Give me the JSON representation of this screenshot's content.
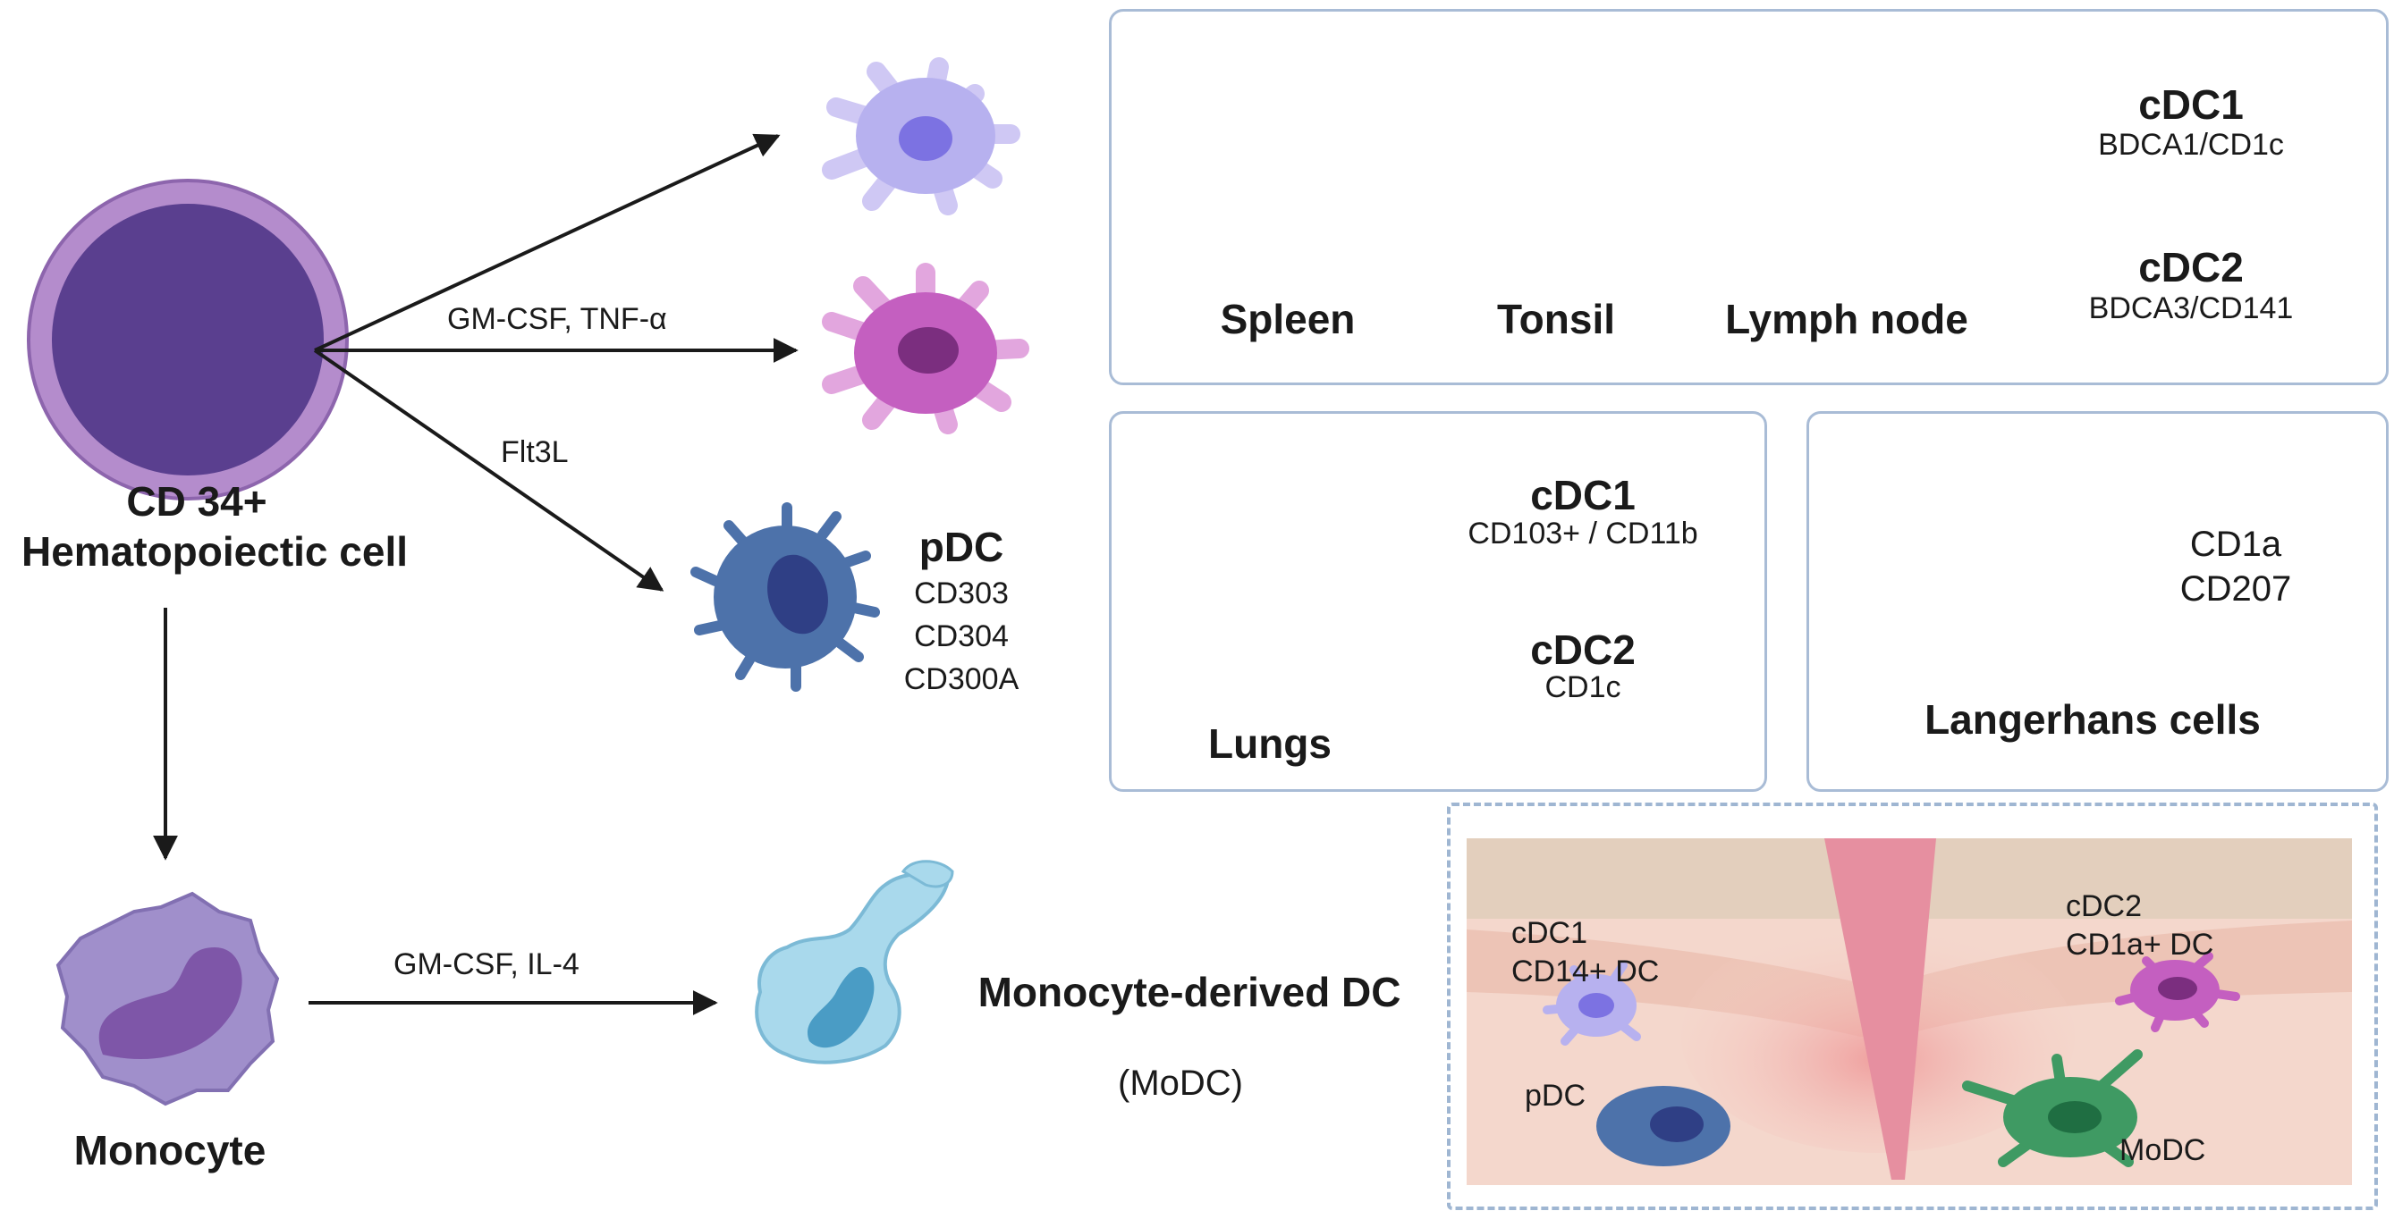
{
  "left": {
    "stem_cell_line1": "CD 34+",
    "stem_cell_line2": "Hematopoiectic cell",
    "monocyte": "Monocyte",
    "arrow_gm_tnf": "GM-CSF,  TNF-α",
    "arrow_flt3l": "Flt3L",
    "arrow_gm_il4": "GM-CSF,  IL-4"
  },
  "pdc": {
    "title": "pDC",
    "markers": [
      "CD303",
      "CD304",
      "CD300A"
    ]
  },
  "modc": {
    "title": "Monocyte-derived DC",
    "abbrev": "(MoDC)"
  },
  "panel_lymphoid": {
    "organs": [
      "Spleen",
      "Tonsil",
      "Lymph node"
    ],
    "cdc1_title": "cDC1",
    "cdc1_marker": "BDCA1/CD1c",
    "cdc2_title": "cDC2",
    "cdc2_marker": "BDCA3/CD141"
  },
  "panel_lungs": {
    "organ": "Lungs",
    "cdc1_title": "cDC1",
    "cdc1_marker": "CD103+ / CD11b",
    "cdc2_title": "cDC2",
    "cdc2_marker": "CD1c"
  },
  "panel_langerhans": {
    "markers": [
      "CD1a",
      "CD207"
    ],
    "title": "Langerhans cells"
  },
  "panel_skin": {
    "cdc1_line1": "cDC1",
    "cdc1_line2": "CD14+ DC",
    "cdc2_line1": "cDC2",
    "cdc2_line2": "CD1a+ DC",
    "pdc": "pDC",
    "modc": "MoDC"
  },
  "colors": {
    "panel_border": "#a9bcd6",
    "stem_outer": "#b48ccc",
    "stem_inner": "#5a3f8f",
    "monocyte": "#8f7bb8",
    "pdc_cell": "#4d72aa",
    "modc_cell": "#9ed3e8",
    "langerhans": "#f0c84e",
    "lungs": "#e6a5a6",
    "skin": "#f4d7cc"
  }
}
